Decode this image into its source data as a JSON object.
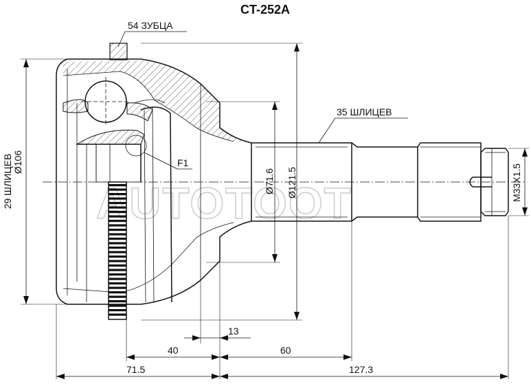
{
  "part_number": "CT-252A",
  "watermark": "AUTOTOOT",
  "labels": {
    "teeth_top": "54 ЗУБЦА",
    "outer_splines": "35 ШЛИЦЕВ",
    "inner_splines": "29 ШЛИЦЕВ",
    "inner_dia": "Ø106",
    "feature": "F1",
    "dia_outer_spline": "Ø71.6",
    "dia_body": "Ø121.5",
    "thread": "M33X1.5"
  },
  "dimensions": {
    "d13": "13",
    "d40": "40",
    "d60": "60",
    "d71_5": "71.5",
    "d127_3": "127.3"
  }
}
